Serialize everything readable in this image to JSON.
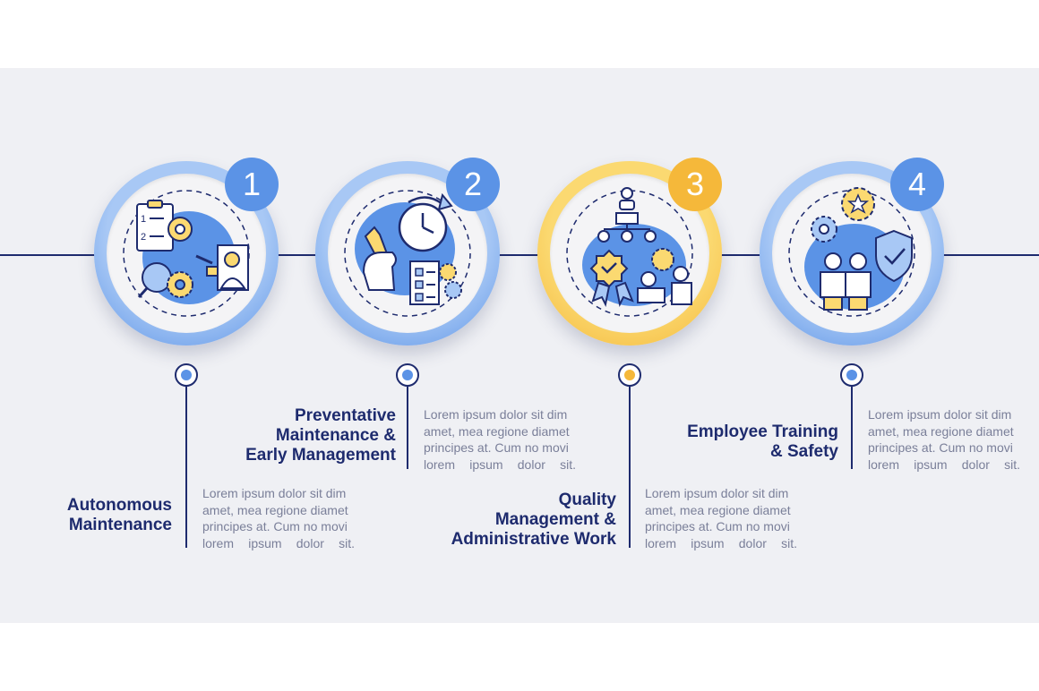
{
  "colors": {
    "navy": "#1e2b6e",
    "blue": "#5b93e6",
    "light_blue": "#a8c8f5",
    "yellow": "#f5b83a",
    "light_yellow": "#fbd971",
    "panel": "#eff0f4"
  },
  "steps": [
    {
      "number": "1",
      "title_lines": [
        "Autonomous",
        "Maintenance"
      ],
      "accent": "blue",
      "body": [
        "Lorem ipsum dolor sit dim",
        "amet, mea regione diamet",
        "principes at. Cum no movi",
        "lorem ipsum dolor sit."
      ],
      "icon": "checklist-target-gears-worker-icon"
    },
    {
      "number": "2",
      "title_lines": [
        "Preventative",
        "Maintenance &",
        "Early Management"
      ],
      "accent": "blue",
      "body": [
        "Lorem ipsum dolor sit dim",
        "amet, mea regione diamet",
        "principes at. Cum no movi",
        "lorem ipsum dolor sit."
      ],
      "icon": "wrench-clock-checklist-icon"
    },
    {
      "number": "3",
      "title_lines": [
        "Quality",
        "Management &",
        "Administrative Work"
      ],
      "accent": "yellow",
      "body": [
        "Lorem ipsum dolor sit dim",
        "amet, mea regione diamet",
        "principes at. Cum no movi",
        "lorem ipsum dolor sit."
      ],
      "icon": "hierarchy-badge-meeting-icon"
    },
    {
      "number": "4",
      "title_lines": [
        "Employee Training",
        "& Safety"
      ],
      "accent": "blue",
      "body": [
        "Lorem ipsum dolor sit dim",
        "amet, mea regione diamet",
        "principes at. Cum no movi",
        "lorem ipsum dolor sit."
      ],
      "icon": "gears-shield-employees-icon"
    }
  ]
}
